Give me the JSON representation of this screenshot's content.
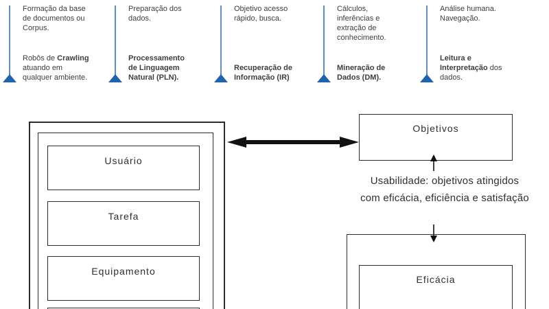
{
  "pipeline": {
    "stages": [
      {
        "top": "Formação da base\nde documentos ou\nCorpus.",
        "bottom_pre": "Robôs de ",
        "bottom_bold": "Crawling",
        "bottom_post": "\natuando em\nqualquer ambiente."
      },
      {
        "top": "Preparação dos\ndados.",
        "bottom_pre": "",
        "bottom_bold": "Processamento\nde Linguagem\nNatural (PLN).",
        "bottom_post": ""
      },
      {
        "top": "Objetivo acesso\nrápido, busca.",
        "bottom_pre": "",
        "bottom_bold": "Recuperação de\nInformação (IR)",
        "bottom_post": ""
      },
      {
        "top": "Cálculos,\ninferências e\nextração de\nconhecimento.",
        "bottom_pre": "",
        "bottom_bold": "Mineração de\nDados (DM).",
        "bottom_post": ""
      },
      {
        "top": "Análise humana.\nNavegação.",
        "bottom_pre": "",
        "bottom_bold": "Leitura e\nInterpretação",
        "bottom_post": " dos\ndados."
      }
    ]
  },
  "diagram": {
    "context_items": [
      "Usuário",
      "Tarefa",
      "Equipamento"
    ],
    "objetivos_label": "Objetivos",
    "usability_note": "Usabilidade: objetivos atingidos\ncom eficácia, eficiência e satisfação",
    "eficacia_label": "Eficácia"
  },
  "colors": {
    "rail_blue": "#5d8fc4",
    "triangle_blue": "#1f63ad",
    "box_border": "#2b2b2b",
    "text_dark": "#3e3e3e",
    "arrow_black": "#111111"
  }
}
